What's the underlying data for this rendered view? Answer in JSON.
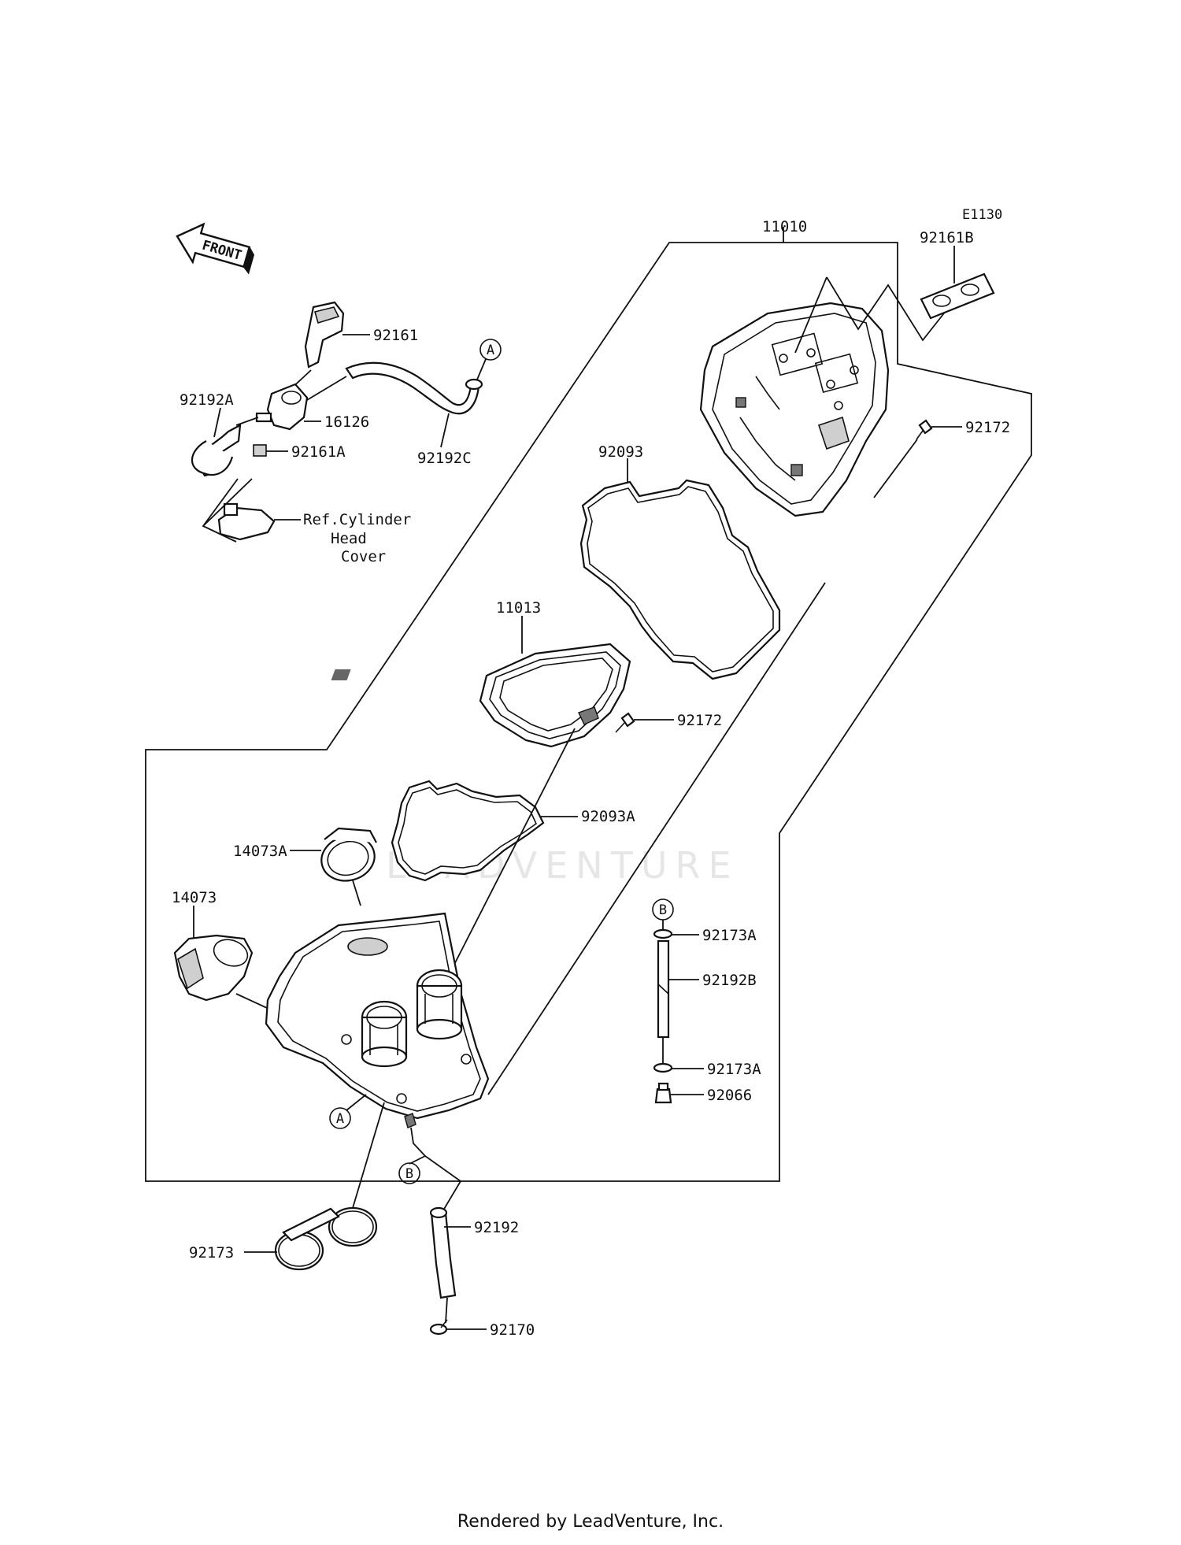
{
  "diagram_code": "E1130",
  "front_label": "FRONT",
  "watermark": "LEADVENTURE",
  "footer": "Rendered by LeadVenture, Inc.",
  "parts": {
    "p11010": "11010",
    "p92161B": "92161B",
    "p92161": "92161",
    "p92192A": "92192A",
    "p16126": "16126",
    "p92161A": "92161A",
    "p92192C": "92192C",
    "p92172_top": "92172",
    "p92093": "92093",
    "p11013": "11013",
    "p92172_mid": "92172",
    "p92093A": "92093A",
    "p14073A": "14073A",
    "p14073": "14073",
    "p92173A_top": "92173A",
    "p92192B": "92192B",
    "p92173A_bot": "92173A",
    "p92066": "92066",
    "p92192": "92192",
    "p92173": "92173",
    "p92170": "92170"
  },
  "reference": {
    "line1": "Ref.Cylinder",
    "line2": "Head",
    "line3": "Cover"
  },
  "callouts": {
    "a_top": "A",
    "a_bottom": "A",
    "b_right": "B",
    "b_bottom": "B"
  }
}
